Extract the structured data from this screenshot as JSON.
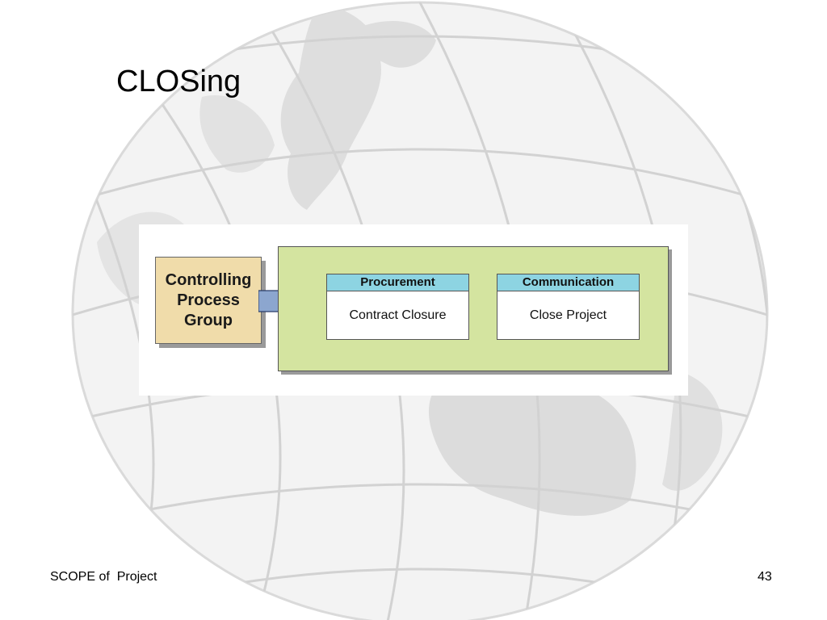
{
  "slide": {
    "title": "CLOSing",
    "footer_left": "SCOPE of  Project",
    "page_number": "43"
  },
  "diagram": {
    "controlling_group": "Controlling\nProcess\nGroup",
    "processes": [
      {
        "area": "Procurement",
        "name": "Contract Closure"
      },
      {
        "area": "Communication",
        "name": "Close Project"
      }
    ]
  },
  "colors": {
    "controlling_fill": "#f0dcaa",
    "group_fill": "#d4e4a0",
    "header_fill": "#8dd4e2",
    "arrow_fill": "#8ca6cf"
  }
}
